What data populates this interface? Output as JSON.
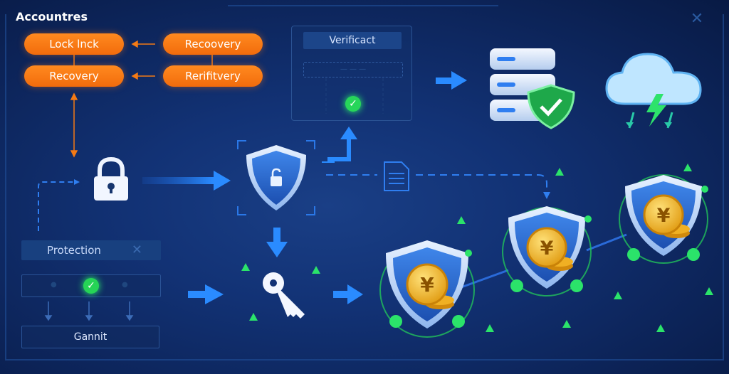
{
  "title": "Accountres",
  "close_glyph": "✕",
  "pills": {
    "lock_unlock": "Lock lnck",
    "recovery_top": "Recoovery",
    "recovery_left": "Recovery",
    "verification": "Rerifitvery"
  },
  "verification_panel": {
    "header": "Verificact",
    "row_text": "— — —",
    "check_glyph": "✓"
  },
  "protection_panel": {
    "label": "Protection",
    "close_glyph": "✕",
    "check_glyph": "✓",
    "button": "Gannit"
  },
  "colors": {
    "orange": "#f47a15",
    "blue_arrow": "#2a8bff",
    "green": "#2be36a",
    "shield_blue": "#2f6fd6",
    "gold": "#f3b21c"
  },
  "icons": {
    "lock": "lock-icon",
    "shield": "shield-lock-icon",
    "key": "key-icon",
    "server": "database-server-icon",
    "cloud": "storm-cloud-icon",
    "document": "document-icon",
    "yuan_shield": "yuan-coin-shield-icon"
  },
  "coin_symbol": "¥"
}
